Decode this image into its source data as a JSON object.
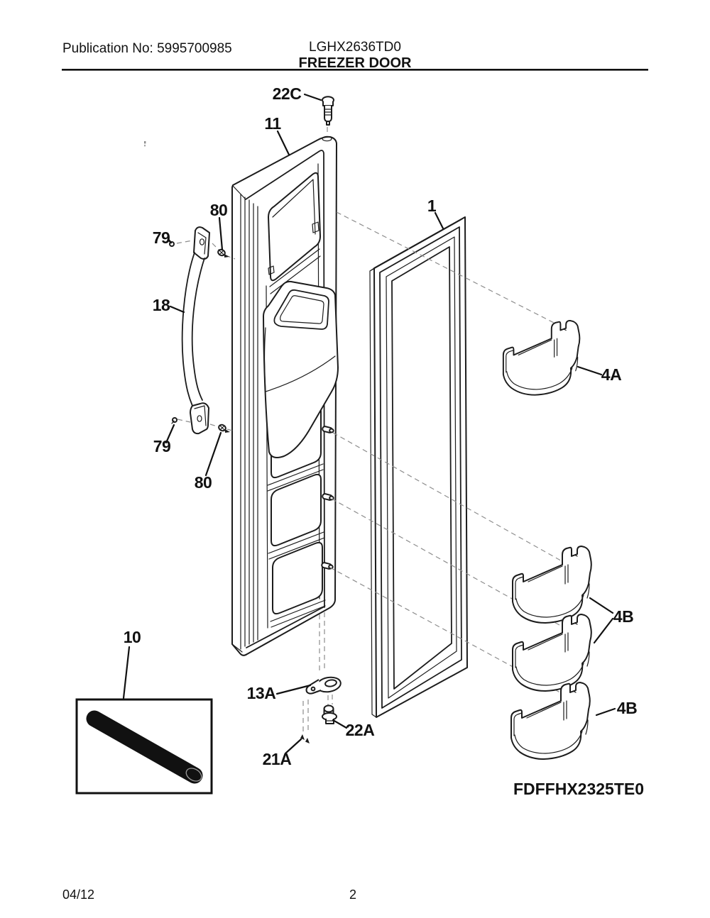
{
  "header": {
    "publication_no": "Publication No: 5995700985",
    "model": "LGHX2636TD0",
    "section_title": "FREEZER DOOR"
  },
  "footer": {
    "date": "04/12",
    "page_number": "2"
  },
  "diagram": {
    "model_reference": "FDFFHX2325TE0",
    "colors": {
      "line": "#1c1c1c",
      "dashed_line": "#8d8d8d",
      "background": "#ffffff"
    },
    "callouts": [
      {
        "label": "22C"
      },
      {
        "label": "11"
      },
      {
        "label": "80"
      },
      {
        "label": "79"
      },
      {
        "label": "18"
      },
      {
        "label": "79"
      },
      {
        "label": "80"
      },
      {
        "label": "1"
      },
      {
        "label": "4A"
      },
      {
        "label": "4B"
      },
      {
        "label": "4B"
      },
      {
        "label": "10"
      },
      {
        "label": "13A"
      },
      {
        "label": "21A"
      },
      {
        "label": "22A"
      }
    ]
  }
}
